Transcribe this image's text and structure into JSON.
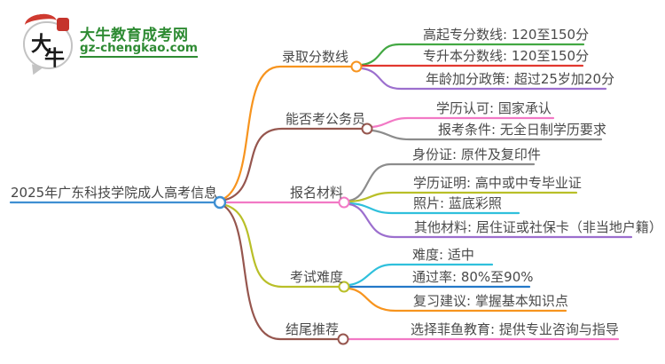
{
  "logo": {
    "icon_text_1": "大",
    "icon_text_2": "牛",
    "title": "大牛教育成考网",
    "domain": "gz-chengkao.com",
    "brand_green": "#2e8b33"
  },
  "colors": {
    "center": "#3f8fd2"
  },
  "mindmap": {
    "title": "2025年广东科技学院成人高考信息",
    "branches": [
      {
        "label": "录取分数线",
        "color": "#f7941e",
        "children": [
          {
            "label": "高起专分数线: 120至150分",
            "color": "#43a843"
          },
          {
            "label": "专升本分数线: 120至150分",
            "color": "#e2382f"
          },
          {
            "label": "年龄加分政策: 超过25岁加20分",
            "color": "#9c6fce"
          }
        ]
      },
      {
        "label": "能否考公务员",
        "color": "#96564e",
        "children": [
          {
            "label": "学历认可: 国家承认",
            "color": "#f279c5"
          },
          {
            "label": "报考条件: 无全日制学历要求",
            "color": "#8c8c8c"
          }
        ]
      },
      {
        "label": "报名材料",
        "color": "#f279c5",
        "children": [
          {
            "label": "身份证: 原件及复印件",
            "color": "#8c8c8c"
          },
          {
            "label": "学历证明: 高中或中专毕业证",
            "color": "#b9bf28"
          },
          {
            "label": "照片: 蓝底彩照",
            "color": "#2fc0dc"
          },
          {
            "label": "其他材料: 居住证或社保卡（非当地户籍）",
            "color": "#9c6fce"
          }
        ]
      },
      {
        "label": "考试难度",
        "color": "#b9bf28",
        "children": [
          {
            "label": "难度: 适中",
            "color": "#2fc0dc"
          },
          {
            "label": "通过率: 80%至90%",
            "color": "#2478c8"
          },
          {
            "label": "复习建议: 掌握基本知识点",
            "color": "#f7941e"
          }
        ]
      },
      {
        "label": "结尾推荐",
        "color": "#96564e",
        "children": [
          {
            "label": "选择菲鱼教育: 提供专业咨询与指导",
            "color": "#f279c5"
          }
        ]
      }
    ]
  }
}
